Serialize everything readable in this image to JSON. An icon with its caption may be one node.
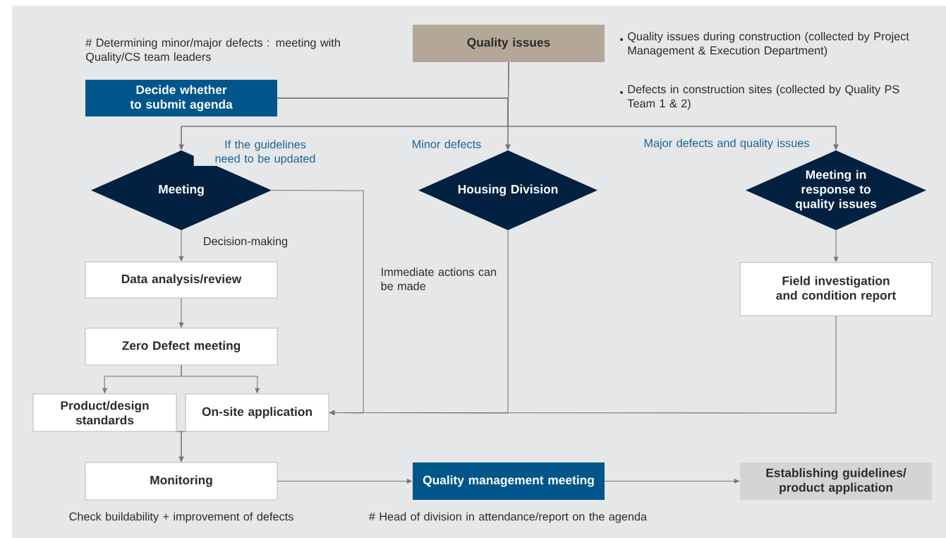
{
  "diagram": {
    "nodes": [
      {
        "text": [
          "Quality issues"
        ],
        "beside": [
          "Quality issues during construction (collected by Project Management & Execution Department)",
          "Defects in construction sites (collected by Quality PS Team 1 & 2)"
        ]
      },
      {
        "text": [
          "Decide whether to submit agenda"
        ],
        "beside": [
          "# Determining minor/major defects : meeting with Quality/CS team leaders"
        ]
      },
      {
        "text": [
          "Meeting"
        ]
      },
      {
        "text": [
          "Housing Division"
        ]
      },
      {
        "text": [
          "Meeting in response to quality issues"
        ]
      },
      {
        "text": [
          "Data analysis/review"
        ]
      },
      {
        "text": [
          "Zero Defect meeting"
        ]
      },
      {
        "text": [
          "Product/design standards"
        ]
      },
      {
        "text": [
          "On-site application"
        ]
      },
      {
        "text": [
          "Field investigation and condition report"
        ]
      },
      {
        "text": [
          "Monitoring"
        ],
        "beside": [
          "Check buildability + improvement of defects"
        ]
      },
      {
        "text": [
          "Quality management meeting"
        ],
        "beside": [
          "# Head of division in attendance/report on the agenda"
        ]
      },
      {
        "text": [
          "Establishing guidelines/ product application"
        ]
      }
    ],
    "edges": [
      {
        "from": 0,
        "to": 2,
        "arrow": "to",
        "label": "If the guidelines need to be updated"
      },
      {
        "from": 0,
        "to": 3,
        "arrow": "to",
        "label": "Minor defects"
      },
      {
        "from": 0,
        "to": 4,
        "arrow": "to",
        "label": "Major defects and quality issues"
      },
      {
        "from": 1,
        "to": 2,
        "arrow": "to"
      },
      {
        "from": 1,
        "to": 3,
        "arrow": "to"
      },
      {
        "from": 1,
        "to": 4,
        "arrow": "to"
      },
      {
        "from": 2,
        "to": 5,
        "arrow": "to",
        "label": "Decision-making"
      },
      {
        "from": 2,
        "to": 8,
        "arrow": "to",
        "label": "Immediate actions can be made"
      },
      {
        "from": 3,
        "to": 8,
        "arrow": "to"
      },
      {
        "from": 4,
        "to": 9,
        "arrow": "to"
      },
      {
        "from": 9,
        "to": 8,
        "arrow": "to"
      },
      {
        "from": 5,
        "to": 6,
        "arrow": "to"
      },
      {
        "from": 6,
        "to": 7,
        "arrow": "to"
      },
      {
        "from": 6,
        "to": 8,
        "arrow": "to"
      },
      {
        "from": 7,
        "to": 10,
        "arrow": "to"
      },
      {
        "from": 8,
        "to": 10,
        "arrow": "to"
      },
      {
        "from": 10,
        "to": 11,
        "arrow": "to"
      },
      {
        "from": 11,
        "to": 12,
        "arrow": "to"
      }
    ]
  }
}
